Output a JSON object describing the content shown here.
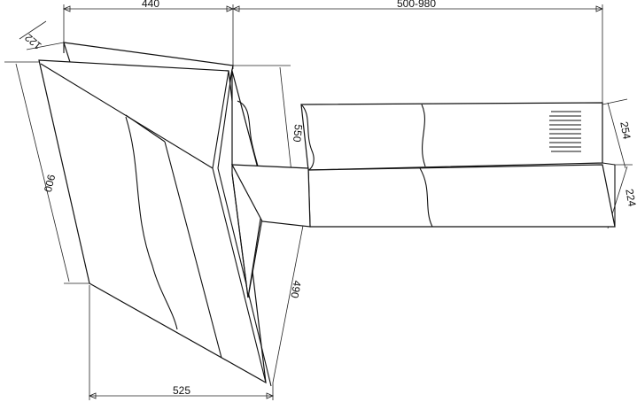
{
  "drawing": {
    "dimensions": {
      "top_width": "440",
      "duct_range": "500-980",
      "angle_small": "122",
      "height_front": "900",
      "depth_top": "550",
      "lower_height": "490",
      "base_width": "525",
      "duct_depth": "254",
      "duct_height": "224"
    }
  }
}
